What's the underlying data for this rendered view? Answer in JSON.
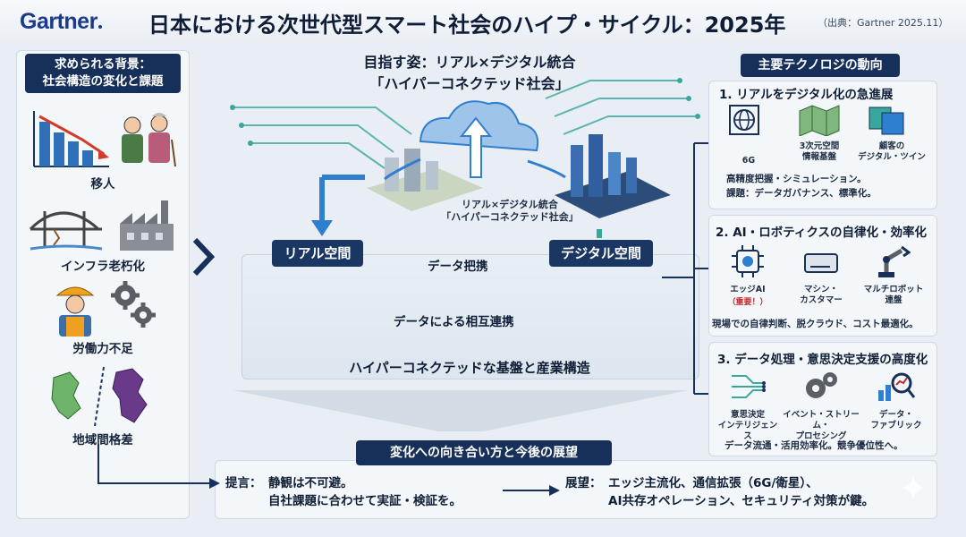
{
  "header": {
    "logo": "Gartner",
    "title": "日本における次世代型スマート社会のハイプ・サイクル：2025年",
    "source": "（出典：Gartner 2025.11）"
  },
  "left": {
    "tag_line1": "求められる背景：",
    "tag_line2": "社会構造の変化と課題",
    "items": [
      {
        "label": "移人",
        "icon": "declining-bar-chart-elderly-icon"
      },
      {
        "label": "インフラ老朽化",
        "icon": "bridge-factory-icon"
      },
      {
        "label": "労働力不足",
        "icon": "worker-gears-icon"
      },
      {
        "label": "地域間格差",
        "icon": "regional-map-icon"
      }
    ]
  },
  "center": {
    "goal_line1": "目指す姿：リアル×デジタル統合",
    "goal_line2": "「ハイパーコネクテッド社会」",
    "mid_line1": "リアル×デジタル統合",
    "mid_line2": "「ハイパーコネクテッド社会」",
    "real_label": "リアル空間",
    "digital_label": "デジタル空間",
    "flow_top": "データ把携",
    "flow_bottom": "データによる相互連携",
    "base_label": "ハイパーコネクテッドな基盤と産業構造"
  },
  "right": {
    "tag": "主要テクノロジの動向",
    "trends": [
      {
        "title": "1. リアルをデジタル化の急進展",
        "items": [
          {
            "label": "6G",
            "sub": "",
            "icon": "globe-icon"
          },
          {
            "label": "3次元空間\n情報基盤",
            "sub": "",
            "icon": "3d-map-icon"
          },
          {
            "label": "顧客の\nデジタル・ツイン",
            "sub": "",
            "icon": "digital-twin-icon"
          }
        ],
        "note1": "高精度把握・シミュレーション。",
        "note2": "課題：データガバナンス、標準化。"
      },
      {
        "title": "2. AI・ロボティクスの自律化・効率化",
        "items": [
          {
            "label": "エッジAI",
            "sub": "（重要！）",
            "icon": "ai-chip-icon"
          },
          {
            "label": "マシン・\nカスタマー",
            "sub": "",
            "icon": "server-icon"
          },
          {
            "label": "マルチロボット\n連盤",
            "sub": "",
            "icon": "robot-arm-icon"
          }
        ],
        "note1": "現場での自律判断、脱クラウド、コスト最適化。",
        "note2": ""
      },
      {
        "title": "3. データ処理・意思決定支援の高度化",
        "items": [
          {
            "label": "意思決定\nインテリジェンス",
            "sub": "",
            "icon": "circuit-icon"
          },
          {
            "label": "イベント・ストリーム・\nプロセシング",
            "sub": "",
            "icon": "gears-icon"
          },
          {
            "label": "データ・\nファブリック",
            "sub": "",
            "icon": "magnifier-chart-icon"
          }
        ],
        "note1": "データ流通・活用効率化。競争優位性へ。",
        "note2": ""
      }
    ]
  },
  "bottom": {
    "tag": "変化への向き合い方と今後の展望",
    "proposal_label": "提言：",
    "proposal_line1": "静観は不可避。",
    "proposal_line2": "自社課題に合わせて実証・検証を。",
    "outlook_label": "展望：",
    "outlook_line1": "エッジ主流化、通信拡張（6G/衛星）、",
    "outlook_line2": "AI共存オペレーション、セキュリティ対策が鍵。"
  },
  "colors": {
    "navy": "#16305a",
    "accent_blue": "#2f7fd0",
    "teal": "#3aa79c",
    "alert_red": "#c0282d"
  }
}
